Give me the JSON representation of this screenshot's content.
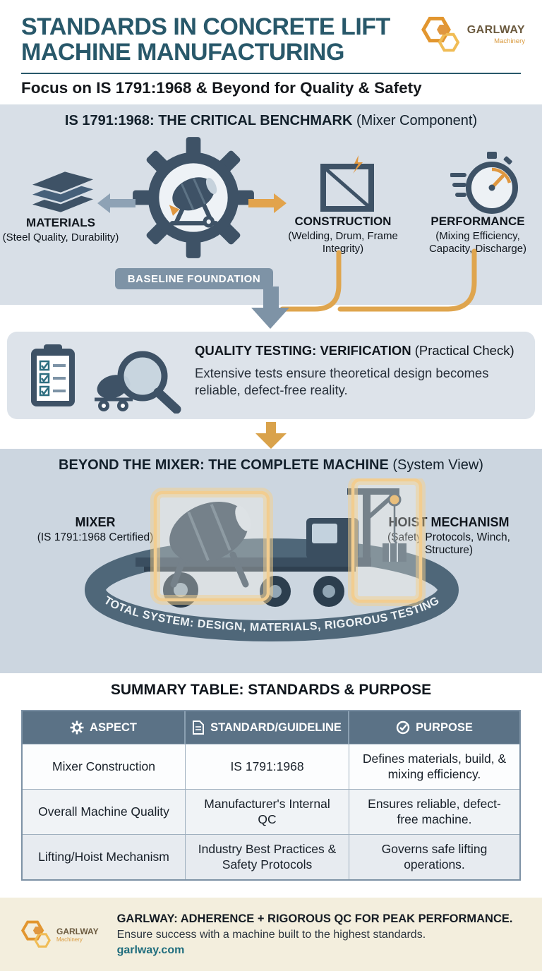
{
  "header": {
    "title_line1": "STANDARDS IN CONCRETE LIFT",
    "title_line2": "MACHINE MANUFACTURING",
    "subtitle_prefix": "Focus on ",
    "subtitle_bold": "IS 1791:1968",
    "subtitle_rest": " & Beyond for Quality & Safety",
    "logo": {
      "name": "GARLWAY",
      "tagline": "Machinery"
    }
  },
  "benchmark": {
    "title_bold": "IS 1791:1968: THE CRITICAL BENCHMARK",
    "title_rest": " (Mixer Component)",
    "items": [
      {
        "label": "MATERIALS",
        "desc": "(Steel Quality, Durability)"
      },
      {
        "label": "CONSTRUCTION",
        "desc": "(Welding, Drum, Frame Integrity)"
      },
      {
        "label": "PERFORMANCE",
        "desc": "(Mixing Efficiency, Capacity, Discharge)"
      }
    ],
    "badge": "BASELINE FOUNDATION"
  },
  "testing": {
    "title_bold": "QUALITY TESTING: VERIFICATION",
    "title_rest": " (Practical Check)",
    "body": "Extensive tests ensure theoretical design becomes reliable, defect-free reality."
  },
  "system": {
    "title_bold": "BEYOND THE MIXER: THE COMPLETE MACHINE",
    "title_rest": " (System View)",
    "mixer_label": "MIXER",
    "mixer_desc": "(IS 1791:1968 Certified)",
    "hoist_label": "HOIST MECHANISM",
    "hoist_desc": "(Safety Protocols, Winch, Structure)",
    "ring_text": "TOTAL SYSTEM: DESIGN, MATERIALS, RIGOROUS TESTING"
  },
  "summary": {
    "title": "SUMMARY TABLE: STANDARDS & PURPOSE",
    "headers": [
      "ASPECT",
      "STANDARD/GUIDELINE",
      "PURPOSE"
    ],
    "rows": [
      [
        "Mixer Construction",
        "IS 1791:1968",
        "Defines materials, build, & mixing efficiency."
      ],
      [
        "Overall Machine Quality",
        "Manufacturer's Internal QC",
        "Ensures reliable, defect-free machine."
      ],
      [
        "Lifting/Hoist Mechanism",
        "Industry Best Practices & Safety Protocols",
        "Governs safe lifting operations."
      ]
    ]
  },
  "footer": {
    "line1": "GARLWAY: ADHERENCE + RIGOROUS QC FOR PEAK PERFORMANCE.",
    "line2": "Ensure success with a machine built to the highest standards.",
    "link": "garlway.com",
    "logo": {
      "name": "GARLWAY",
      "tagline": "Machinery"
    }
  },
  "icons": {
    "logo": "double-hexagon",
    "materials": "steel-sheets",
    "benchmark_center": "gear-with-mixer",
    "construction": "welded-frame",
    "performance": "stopwatch",
    "testing_checklist": "clipboard-checklist",
    "testing_inspection": "magnifier-over-mixer",
    "table_aspect": "gear",
    "table_standard": "document",
    "table_purpose": "target-check"
  },
  "colors": {
    "teal": "#28586a",
    "orange": "#e0973f",
    "gold": "#dfa54e",
    "steel": "#7e93a6",
    "slate": "#3a4e60",
    "table_header": "#5b7286",
    "benchmark_bg": "#d8dfe7",
    "testing_bg": "#dde3ea",
    "system_bg": "#ccd6e0",
    "footer_bg": "#f3eedd"
  }
}
